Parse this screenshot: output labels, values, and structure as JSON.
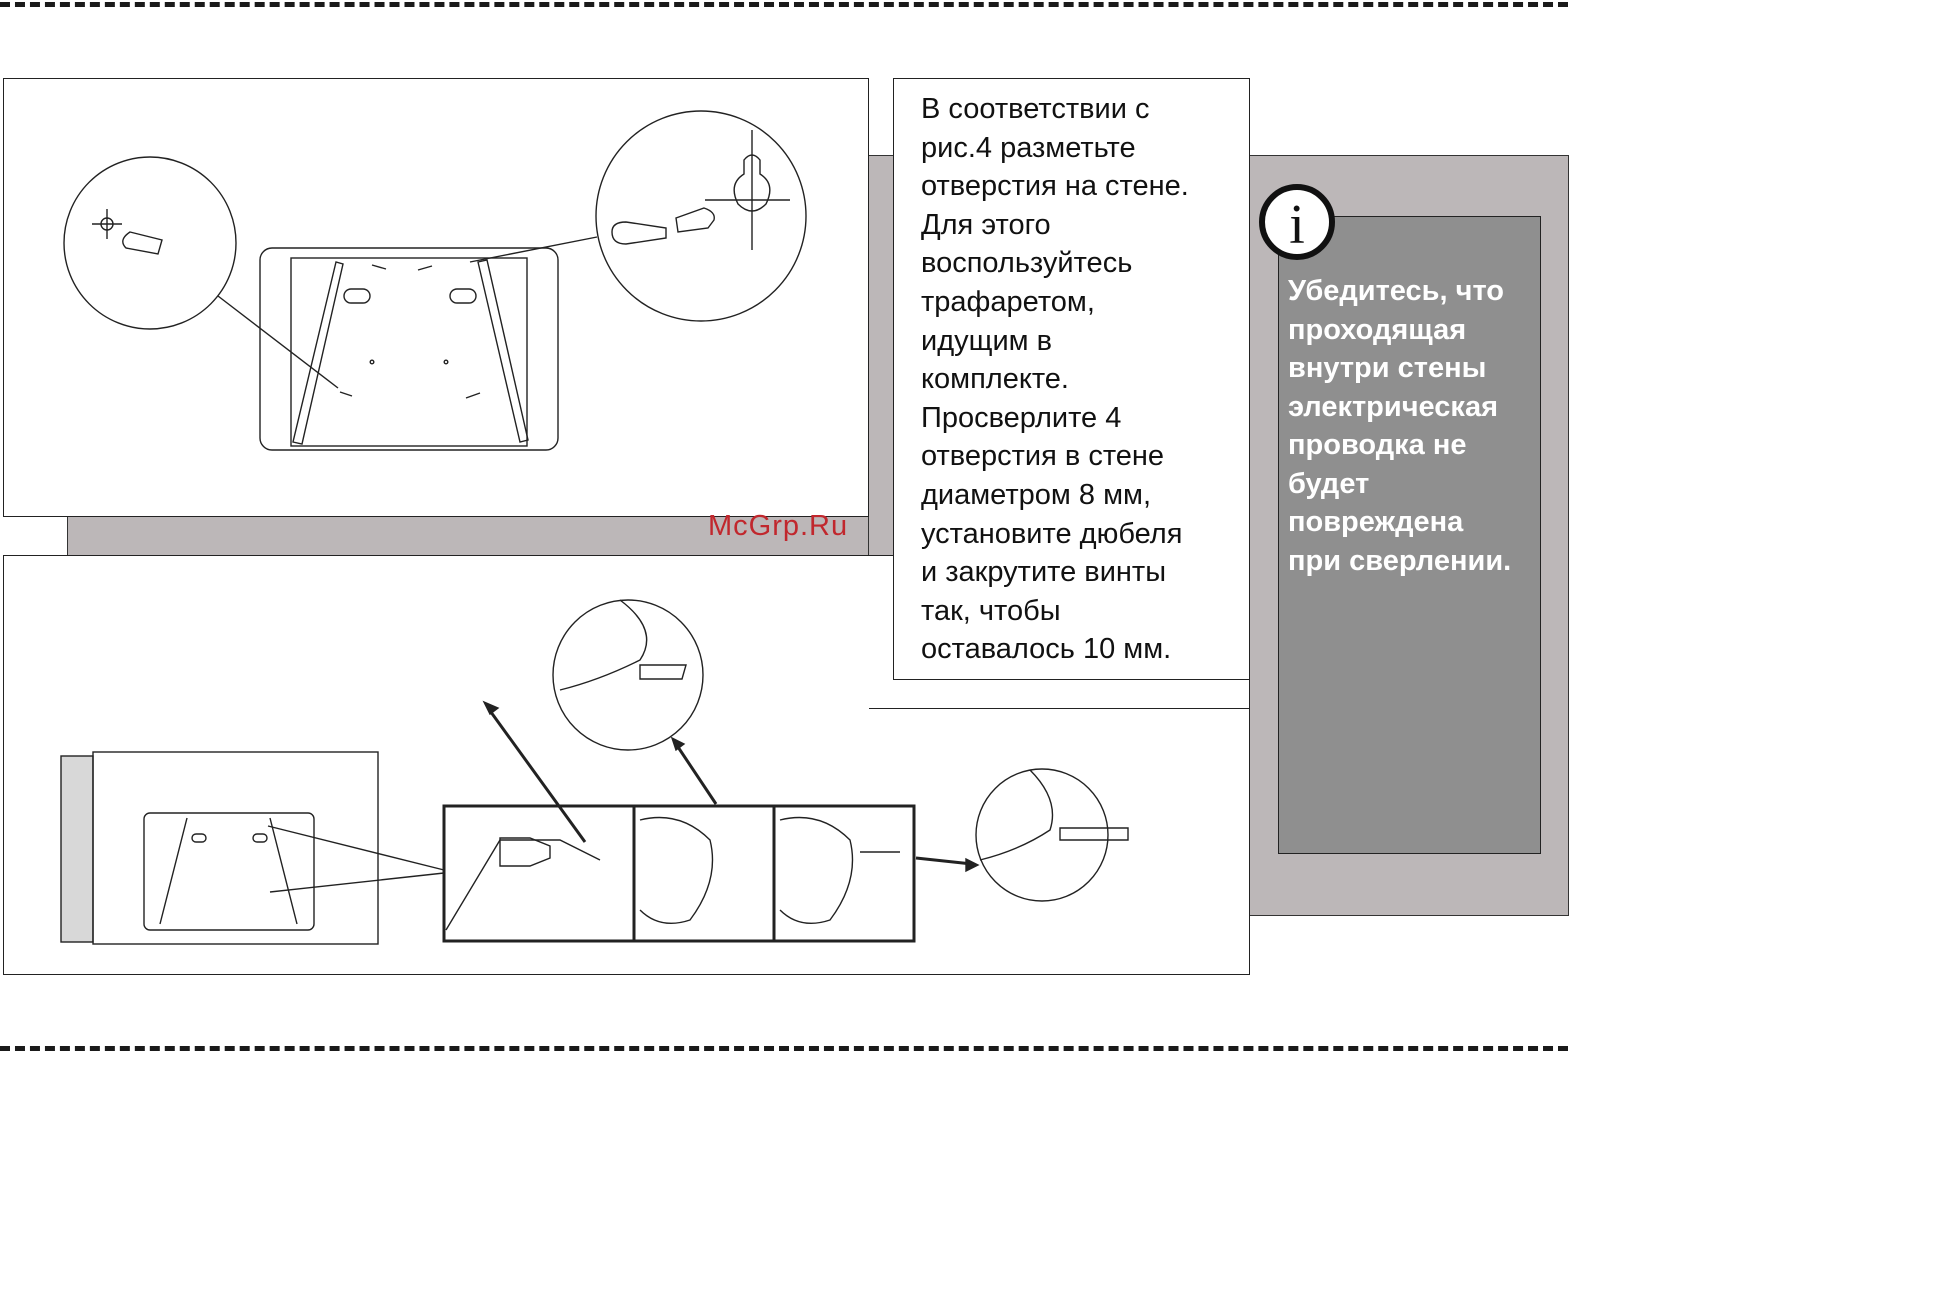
{
  "instruction": {
    "lines": [
      "В соответствии с",
      "рис.4 разметьте",
      "отверстия на стене.",
      "Для этого",
      "воспользуйтесь",
      "трафаретом,",
      "идущим в",
      "комплекте.",
      "Просверлите 4",
      "отверстия в стене",
      "диаметром 8 мм,",
      "установите дюбеля",
      "и закрутите винты",
      "так, чтобы",
      "оставалось 10 мм."
    ]
  },
  "note": {
    "icon": "info-icon",
    "icon_glyph": "i",
    "lines": [
      "Убедитесь, что",
      "проходящая",
      "внутри стены",
      "электрическая",
      "проводка не",
      "будет",
      "повреждена",
      "при сверлении."
    ]
  },
  "watermark": "McGrp.Ru",
  "colors": {
    "gray_band": "#bcb7b8",
    "note_box": "#8f8f8f",
    "watermark": "#c1272d"
  }
}
